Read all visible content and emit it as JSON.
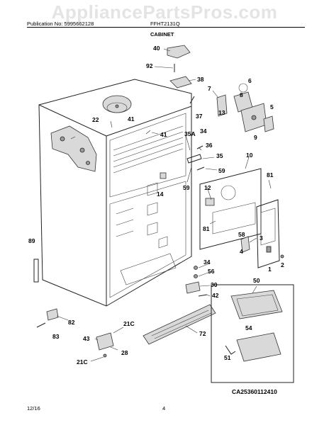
{
  "header": {
    "watermark": "AppliancePartsPros.com",
    "publication": "Publication No: 5995662128",
    "model": "FFHT2131Q",
    "section": "CABINET"
  },
  "footer": {
    "date": "12/16",
    "page": "4",
    "diagram_code": "CA25360112410"
  },
  "callouts": [
    "40",
    "92",
    "38",
    "7",
    "6",
    "8",
    "5",
    "13",
    "9",
    "22",
    "41",
    "41",
    "37",
    "35A",
    "34",
    "36",
    "35",
    "10",
    "59",
    "59",
    "81",
    "14",
    "12",
    "81",
    "58",
    "4",
    "3",
    "2",
    "1",
    "89",
    "34",
    "56",
    "30",
    "42",
    "50",
    "82",
    "83",
    "43",
    "21C",
    "72",
    "54",
    "28",
    "21C",
    "51"
  ]
}
